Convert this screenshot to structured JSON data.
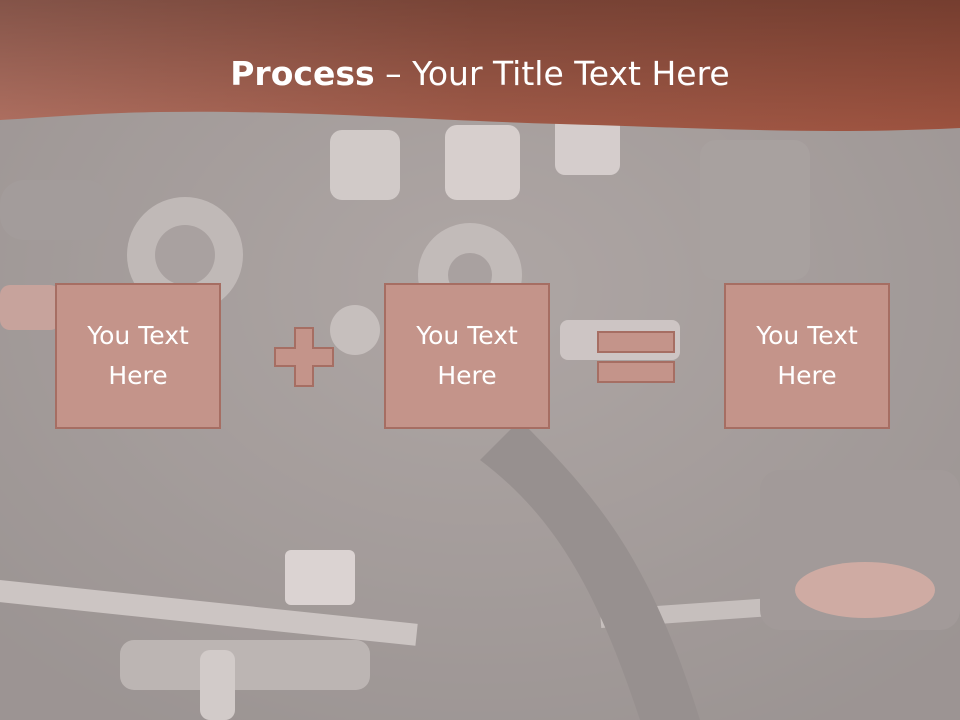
{
  "slide": {
    "title_bold": "Process",
    "title_rest": " – Your Title Text Here",
    "boxes": [
      {
        "line1": "You Text",
        "line2": "Here"
      },
      {
        "line1": "You Text",
        "line2": "Here"
      },
      {
        "line1": "You Text",
        "line2": "Here"
      }
    ],
    "operators": [
      "plus-icon",
      "equals-icon"
    ]
  },
  "colors": {
    "header_band": "#a8614e",
    "box_fill": "#c4948a",
    "box_border": "#a66e63",
    "operator_fill": "#c4948a",
    "overlay": "#e2dad8"
  }
}
